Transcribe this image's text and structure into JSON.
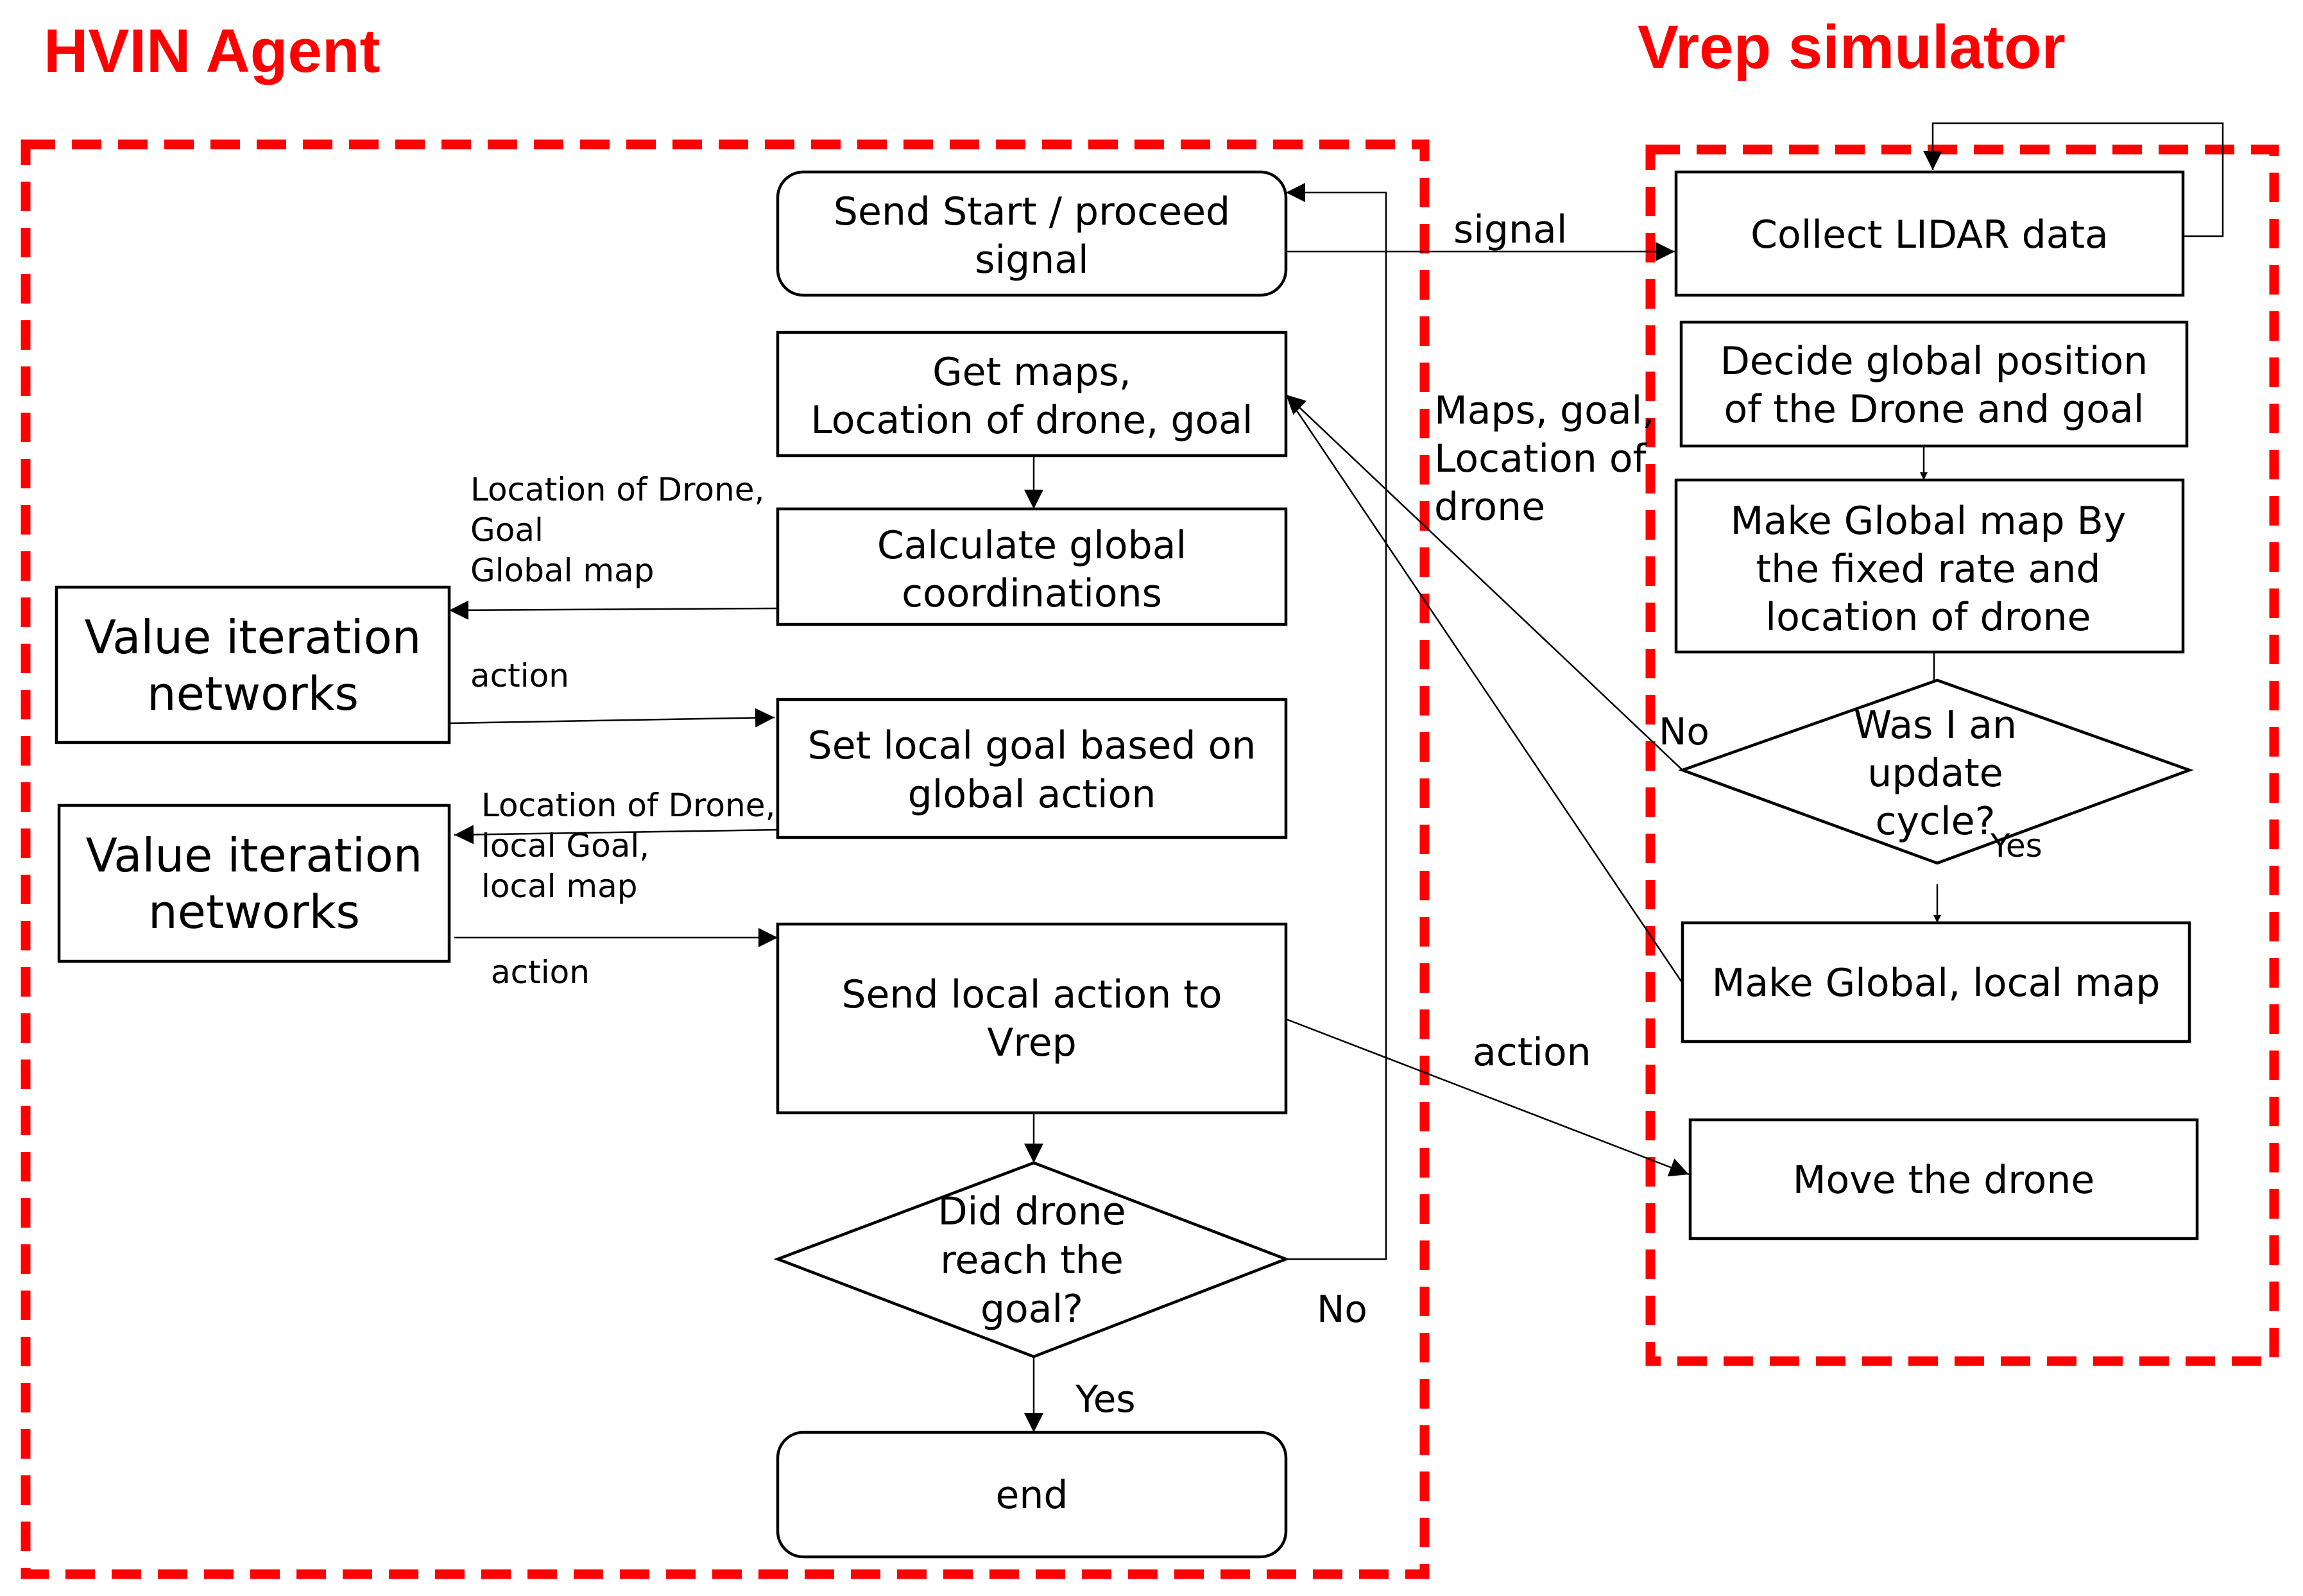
{
  "colors": {
    "accent": "#ff0000",
    "stroke": "#000000"
  },
  "titles": {
    "agent": "HVIN Agent",
    "simulator": "Vrep simulator"
  },
  "agent": {
    "start": [
      "Send Start / proceed",
      "signal"
    ],
    "get_maps": [
      "Get maps,",
      "Location of drone, goal"
    ],
    "calc": [
      "Calculate global",
      "coordinations"
    ],
    "vin1": [
      "Value iteration",
      "networks"
    ],
    "set_goal": [
      "Set local goal based on",
      "global action"
    ],
    "vin2": [
      "Value iteration",
      "networks"
    ],
    "send_action": [
      "Send local action to",
      "Vrep"
    ],
    "decision": [
      "Did drone",
      "reach the",
      "goal?"
    ],
    "end": "end"
  },
  "simulator": {
    "collect": "Collect LIDAR data",
    "decide": [
      "Decide global position",
      "of the Drone and goal"
    ],
    "make_global": [
      "Make Global map By",
      "the fixed rate and",
      "location of drone"
    ],
    "update": [
      "Was I an",
      "update",
      "cycle?"
    ],
    "make_gl_local": "Make Global, local map",
    "move": "Move the drone"
  },
  "labels": {
    "signal": "signal",
    "maps_goal": [
      "Maps, goal,",
      "Location of",
      "drone"
    ],
    "action_right": "action",
    "loc1": [
      "Location of Drone,",
      "Goal",
      "Global map"
    ],
    "action1": "action",
    "loc2": [
      "Location of Drone,",
      "local Goal,",
      "local map"
    ],
    "action2": "action",
    "no_agent": "No",
    "yes_agent": "Yes",
    "no_sim": "No",
    "yes_sim": "Yes"
  }
}
